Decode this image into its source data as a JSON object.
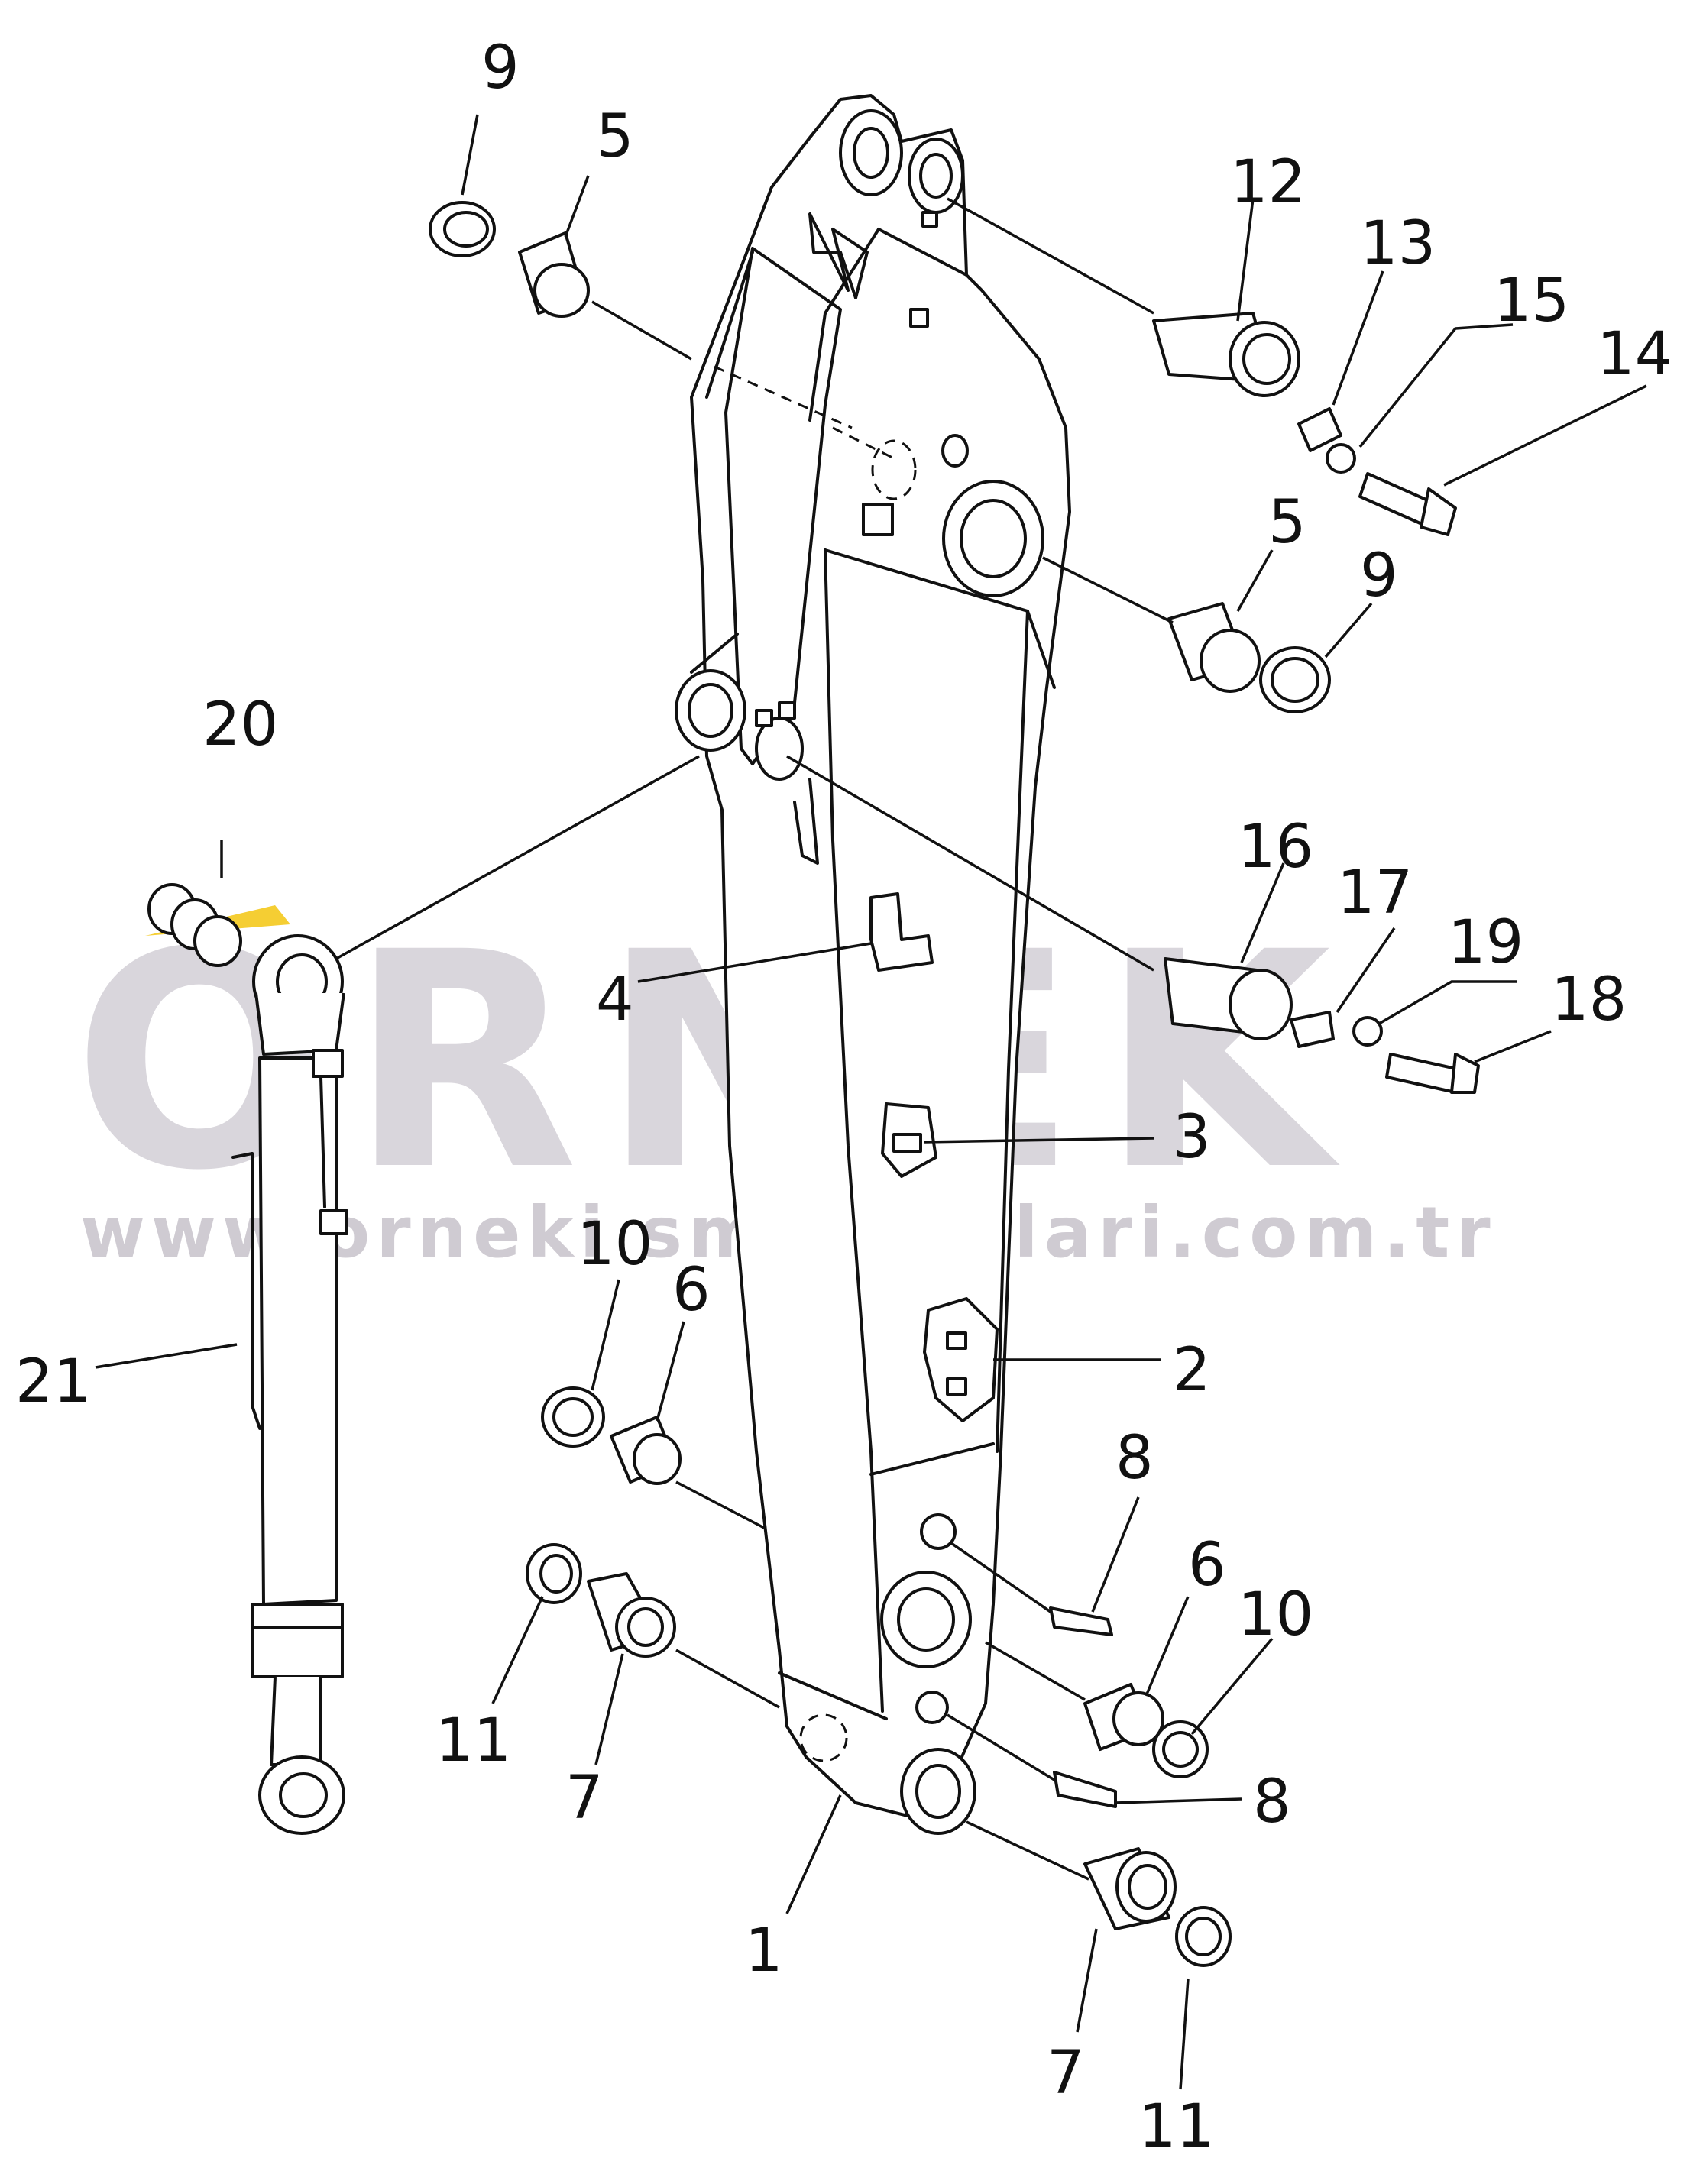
{
  "watermark": {
    "brand": "ORNEK",
    "url": "www.orneki smakinalari.com.tr",
    "color": "#d9d6dc",
    "accent_color": "#f2c200"
  },
  "callouts": [
    {
      "id": "c9a",
      "label": "9"
    },
    {
      "id": "c5a",
      "label": "5"
    },
    {
      "id": "c12",
      "label": "12"
    },
    {
      "id": "c13",
      "label": "13"
    },
    {
      "id": "c15",
      "label": "15"
    },
    {
      "id": "c14",
      "label": "14"
    },
    {
      "id": "c5b",
      "label": "5"
    },
    {
      "id": "c9b",
      "label": "9"
    },
    {
      "id": "c20",
      "label": "20"
    },
    {
      "id": "c16",
      "label": "16"
    },
    {
      "id": "c17",
      "label": "17"
    },
    {
      "id": "c19",
      "label": "19"
    },
    {
      "id": "c18",
      "label": "18"
    },
    {
      "id": "c4",
      "label": "4"
    },
    {
      "id": "c3",
      "label": "3"
    },
    {
      "id": "c10a",
      "label": "10"
    },
    {
      "id": "c6a",
      "label": "6"
    },
    {
      "id": "c2",
      "label": "2"
    },
    {
      "id": "c21",
      "label": "21"
    },
    {
      "id": "c8a",
      "label": "8"
    },
    {
      "id": "c6b",
      "label": "6"
    },
    {
      "id": "c10b",
      "label": "10"
    },
    {
      "id": "c11a",
      "label": "11"
    },
    {
      "id": "c7a",
      "label": "7"
    },
    {
      "id": "c8b",
      "label": "8"
    },
    {
      "id": "c1",
      "label": "1"
    },
    {
      "id": "c7b",
      "label": "7"
    },
    {
      "id": "c11b",
      "label": "11"
    }
  ]
}
